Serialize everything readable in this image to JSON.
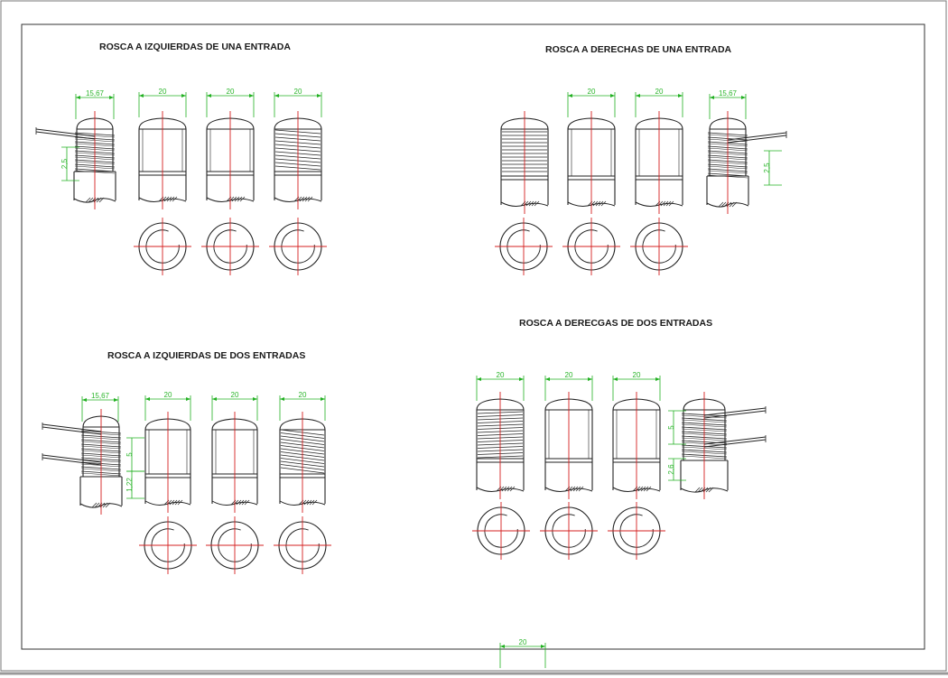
{
  "titles": {
    "izq_una": "ROSCA A IZQUIERDAS DE UNA ENTRADA",
    "der_una": "ROSCA A DERECHAS DE UNA ENTRADA",
    "izq_dos": "ROSCA A IZQUIERDAS DE DOS ENTRADAS",
    "der_dos": "ROSCA A DERECGAS DE DOS ENTRADAS"
  },
  "dims": {
    "width_15_67": "15,67",
    "width_20": "20",
    "pitch_2_5": "2,5",
    "pitch_5": "5",
    "lead_1_22": "1,22",
    "pitch_2_6": "2,6"
  },
  "colors": {
    "outline": "#222222",
    "center_line": "#d42020",
    "dimension": "#22b022",
    "hatch": "#333333",
    "frame": "#555555"
  }
}
